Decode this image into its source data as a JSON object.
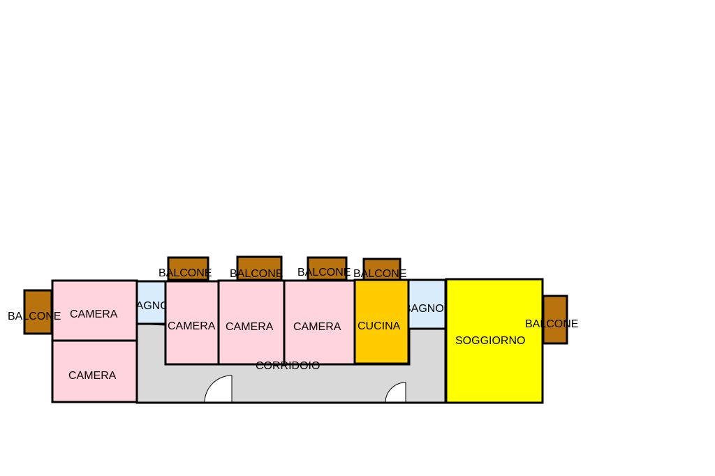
{
  "colors": {
    "camera": "#ffd4dc",
    "bagno": "#d8ecfb",
    "balcone": "#b8730f",
    "cucina": "#ffcc00",
    "soggiorno": "#ffff00",
    "corridoio": "#d9d9d9",
    "wall": "#000000"
  },
  "rooms": {
    "balcone_left": "BALCONE",
    "camera_top_left": "CAMERA",
    "camera_bottom_left": "CAMERA",
    "bagno_left": "BAGNO",
    "balcone_1": "BALCONE",
    "camera_1": "CAMERA",
    "balcone_2": "BALCONE",
    "camera_2": "CAMERA",
    "balcone_3": "BALCONE",
    "camera_3": "CAMERA",
    "balcone_4": "BALCONE",
    "cucina": "CUCINA",
    "bagno_right": "BAGNO",
    "soggiorno": "SOGGIORNO",
    "balcone_right": "BALCONE",
    "corridoio": "CORRIDOIO"
  }
}
